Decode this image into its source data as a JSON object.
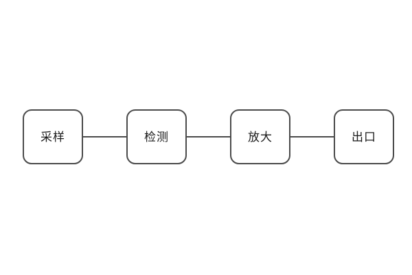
{
  "diagram": {
    "type": "flowchart",
    "direction": "left-to-right",
    "nodes": [
      {
        "id": "sampling",
        "label": "采样"
      },
      {
        "id": "detection",
        "label": "检测"
      },
      {
        "id": "amplification",
        "label": "放大"
      },
      {
        "id": "outlet",
        "label": "出口"
      }
    ],
    "connections": [
      {
        "from": "sampling",
        "to": "detection"
      },
      {
        "from": "detection",
        "to": "amplification"
      },
      {
        "from": "amplification",
        "to": "outlet"
      }
    ],
    "colors": {
      "background": "#ffffff",
      "node_fill": "#ffffff",
      "node_border": "#4a4a4a",
      "connector_line": "#4a4a4a",
      "label_text": "#1a1a1a"
    }
  }
}
